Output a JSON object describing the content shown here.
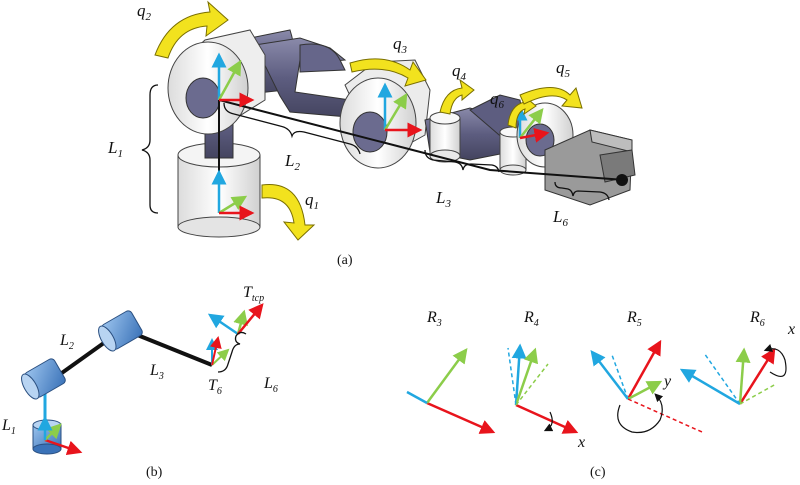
{
  "panel_a": {
    "caption": "(a)",
    "joints": {
      "q1": {
        "base": "q",
        "sub": "1"
      },
      "q2": {
        "base": "q",
        "sub": "2"
      },
      "q3": {
        "base": "q",
        "sub": "3"
      },
      "q4": {
        "base": "q",
        "sub": "4"
      },
      "q5": {
        "base": "q",
        "sub": "5"
      },
      "q6": {
        "base": "q",
        "sub": "6"
      }
    },
    "links": {
      "L1": {
        "base": "L",
        "sub": "1"
      },
      "L2": {
        "base": "L",
        "sub": "2"
      },
      "L3": {
        "base": "L",
        "sub": "3"
      },
      "L6": {
        "base": "L",
        "sub": "6"
      }
    }
  },
  "panel_b": {
    "caption": "(b)",
    "labels": {
      "L1": {
        "base": "L",
        "sub": "1"
      },
      "L2": {
        "base": "L",
        "sub": "2"
      },
      "L3": {
        "base": "L",
        "sub": "3"
      },
      "L6": {
        "base": "L",
        "sub": "6"
      },
      "T6": {
        "base": "T",
        "sub": "6"
      },
      "Ttcp": {
        "base": "T",
        "sub": "tcp"
      }
    }
  },
  "panel_c": {
    "caption": "(c)",
    "frames": {
      "R3": {
        "base": "R",
        "sub": "3"
      },
      "R4": {
        "base": "R",
        "sub": "4"
      },
      "R5": {
        "base": "R",
        "sub": "5"
      },
      "R6": {
        "base": "R",
        "sub": "6"
      }
    },
    "axis_labels": {
      "x1": "x",
      "y": "y",
      "x2": "x"
    }
  },
  "colors": {
    "x_axis": "#e8141c",
    "y_axis": "#8ccd4a",
    "z_axis": "#21a7e0",
    "rotation_arrow": "#f2e21e",
    "arm_link": "#66668a",
    "joint_white": "#f2f2f2",
    "gripper": "#9a9a9a",
    "model_blue": "#3f7fc7"
  }
}
